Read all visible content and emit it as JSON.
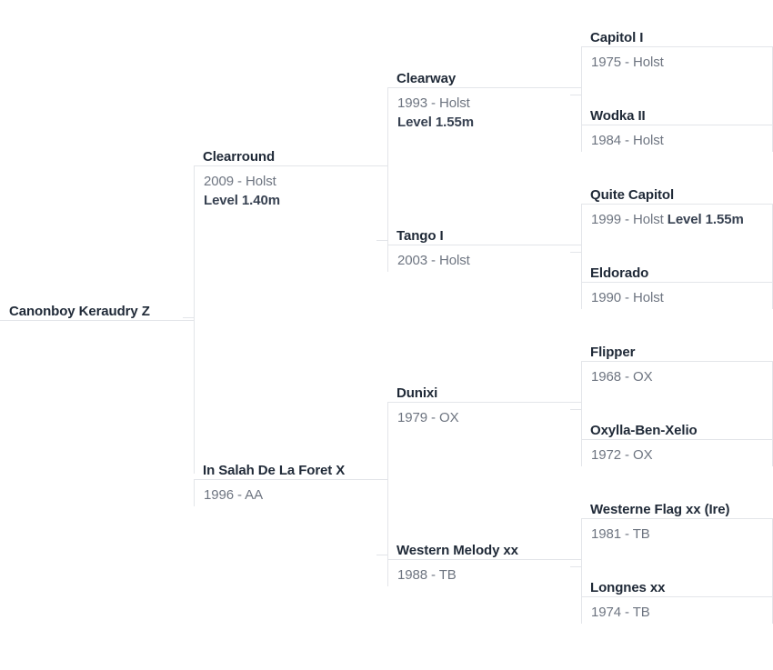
{
  "diagram": {
    "type": "pedigree-tree",
    "title": "Canonboy Keraudry Z",
    "generations": 4,
    "accent_color": "#e3e5e9",
    "name_color": "#1f2937",
    "detail_color": "#6e7581",
    "level_color": "#374151",
    "background": "#ffffff"
  },
  "nodes": {
    "root": {
      "name": "Canonboy Keraudry Z",
      "detail": "",
      "generation": 0
    },
    "g1_sire": {
      "name": "Clearround",
      "detail": "2009 - Holst",
      "level": "Level 1.40m",
      "generation": 1
    },
    "g1_dam": {
      "name": "In Salah De La Foret X",
      "detail": "1996 - AA",
      "level": "",
      "generation": 1
    },
    "g2_ss": {
      "name": "Clearway",
      "detail": "1993 - Holst",
      "level": "Level 1.55m",
      "generation": 2
    },
    "g2_sd": {
      "name": "Tango I",
      "detail": "2003 - Holst",
      "level": "",
      "generation": 2
    },
    "g2_ds": {
      "name": "Dunixi",
      "detail": "1979 - OX",
      "level": "",
      "generation": 2
    },
    "g2_dd": {
      "name": "Western Melody xx",
      "detail": "1988 - TB",
      "level": "",
      "generation": 2
    },
    "g3_sss": {
      "name": "Capitol I",
      "detail": "1975 - Holst",
      "level": "",
      "generation": 3
    },
    "g3_ssd": {
      "name": "Wodka II",
      "detail": "1984 - Holst",
      "level": "",
      "generation": 3
    },
    "g3_sds": {
      "name": "Quite Capitol",
      "detail": "1999 - Holst ",
      "level": "Level 1.55m",
      "generation": 3
    },
    "g3_sdd": {
      "name": "Eldorado",
      "detail": "1990 - Holst",
      "level": "",
      "generation": 3
    },
    "g3_dss": {
      "name": "Flipper",
      "detail": "1968 - OX",
      "level": "",
      "generation": 3
    },
    "g3_dsd": {
      "name": "Oxylla-Ben-Xelio",
      "detail": "1972 - OX",
      "level": "",
      "generation": 3
    },
    "g3_dds": {
      "name": "Westerne Flag xx (Ire)",
      "detail": "1981 - TB",
      "level": "",
      "generation": 3
    },
    "g3_ddd": {
      "name": "Longnes xx",
      "detail": "1974 - TB",
      "level": "",
      "generation": 3
    }
  }
}
